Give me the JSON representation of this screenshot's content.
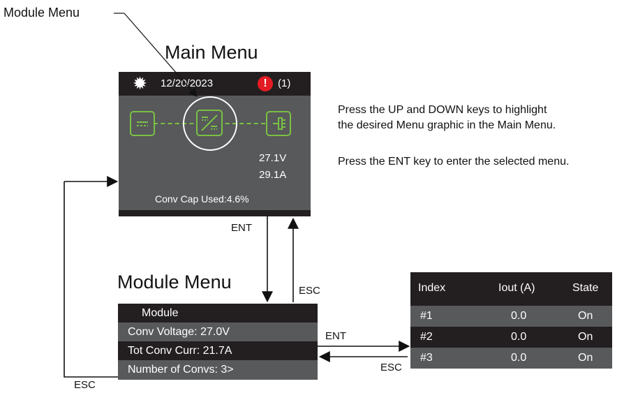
{
  "labels": {
    "module_menu_callout": "Module Menu",
    "main_menu_title": "Main Menu",
    "module_menu_title": "Module Menu",
    "ent_down": "ENT",
    "esc_up": "ESC",
    "ent_right": "ENT",
    "esc_left": "ESC",
    "esc_loop": "ESC"
  },
  "instructions": {
    "line1": "Press the UP and DOWN keys to highlight",
    "line2": "the desired Menu graphic in the Main Menu.",
    "line3": "Press the ENT key to enter the selected menu."
  },
  "main_screen": {
    "date": "12/20/2023",
    "alarm_count": "(1)",
    "voltage": "27.1V",
    "current": "29.1A",
    "cap_used": "Conv Cap Used:4.6%",
    "icons": [
      "dc-source-icon",
      "converter-icon",
      "battery-bus-icon"
    ]
  },
  "module_menu": {
    "header": "Module",
    "rows": [
      "Conv Voltage: 27.0V",
      "Tot Conv Curr: 21.7A",
      "Number of Convs: 3>"
    ]
  },
  "index_table": {
    "headers": [
      "Index",
      "Iout (A)",
      "State"
    ],
    "rows": [
      [
        "#1",
        "0.0",
        "On"
      ],
      [
        "#2",
        "0.0",
        "On"
      ],
      [
        "#3",
        "0.0",
        "On"
      ]
    ]
  },
  "colors": {
    "screen_gray": "#58595b",
    "screen_dark": "#231f20",
    "icon_green": "#7ac143",
    "alarm_red": "#e31b23"
  }
}
